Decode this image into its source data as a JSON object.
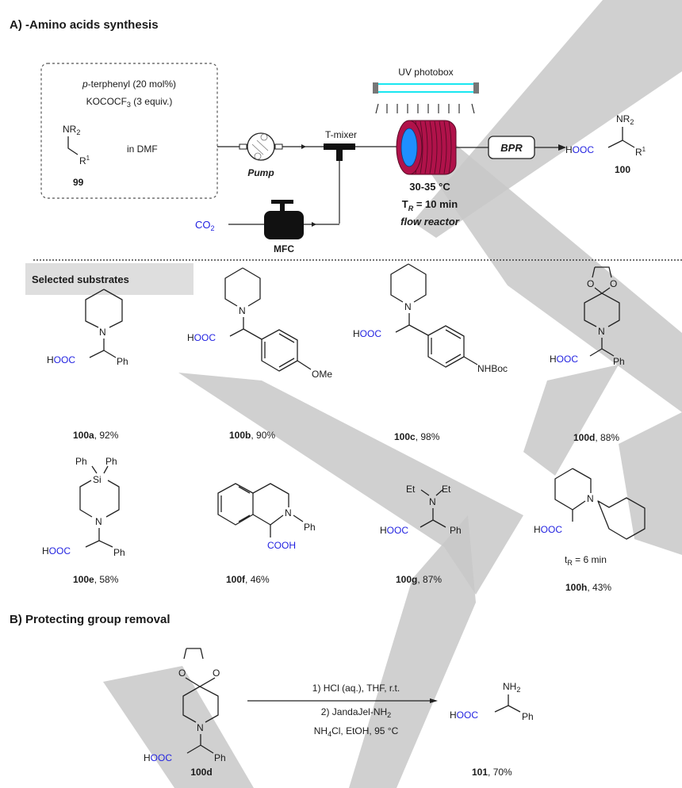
{
  "section_a": {
    "title": "A)   -Amino acids synthesis",
    "reagent_box": {
      "line1": "p-terphenyl (20 mol%)",
      "line2_main": "KOCOCF",
      "line2_sub": "3",
      "line2_tail": " (3 equiv.)",
      "sm_nr2": "NR",
      "sm_nr2_sub": "2",
      "sm_r1": "R",
      "sm_r1_sup": "1",
      "solvent": "in DMF",
      "compound": "99"
    },
    "pump_label": "Pump",
    "tmixer_label": "T-mixer",
    "co2_label": "CO",
    "co2_sub": "2",
    "mfc_label": "MFC",
    "uv_label": "UV photobox",
    "reactor_temp": "30-35 °C",
    "residence_time_main": "T",
    "residence_time_sub": "R",
    "residence_time_value": " = 10 min",
    "reactor_label": "flow reactor",
    "bpr_label": "BPR",
    "product": {
      "nr2": "NR",
      "nr2_sub": "2",
      "hooc_h": "H",
      "hooc_ooc": "OOC",
      "r1": "R",
      "r1_sup": "1",
      "compound": "100"
    },
    "colors": {
      "uv_lamp": "#19e6f0",
      "reactor_coil": "#b0124a",
      "reactor_core": "#1e8fff",
      "co2_text": "#1f1fe0"
    }
  },
  "substrates": {
    "header": "Selected substrates",
    "items": [
      {
        "id": "100a",
        "yield": ", 92%",
        "labels": [
          "N",
          "Ph"
        ]
      },
      {
        "id": "100b",
        "yield": ", 90%",
        "labels": [
          "N",
          "OMe"
        ]
      },
      {
        "id": "100c",
        "yield": ", 98%",
        "labels": [
          "N",
          "NHBoc"
        ]
      },
      {
        "id": "100d",
        "yield": ", 88%",
        "labels": [
          "O",
          "O",
          "N",
          "Ph"
        ]
      },
      {
        "id": "100e",
        "yield": ", 58%",
        "labels": [
          "Ph",
          "Ph",
          "Si",
          "N",
          "Ph"
        ]
      },
      {
        "id": "100f",
        "yield": ", 46%",
        "labels": [
          "N",
          "Ph",
          "COOH"
        ]
      },
      {
        "id": "100g",
        "yield": ", 87%",
        "labels": [
          "Et",
          "N",
          "Et",
          "Ph"
        ]
      },
      {
        "id": "100h",
        "yield": ", 43%",
        "labels": [
          "N"
        ],
        "note_main": "t",
        "note_sub": "R",
        "note_tail": " = 6 min"
      }
    ],
    "hooc": {
      "h": "H",
      "ooc": "OOC"
    }
  },
  "section_b": {
    "title": "B) Protecting group removal",
    "start_compound": "100d",
    "start_labels": [
      "O",
      "O",
      "N",
      "Ph"
    ],
    "cond1": "1) HCl (aq.), THF, r.t.",
    "cond2_main": "2) JandaJel-NH",
    "cond2_sub": "2",
    "cond3_a": "NH",
    "cond3_sub": "4",
    "cond3_b": "Cl, EtOH, 95 °C",
    "product_nh2": "NH",
    "product_nh2_sub": "2",
    "product_ph": "Ph",
    "product_compound": "101",
    "product_yield": ", 70%"
  }
}
